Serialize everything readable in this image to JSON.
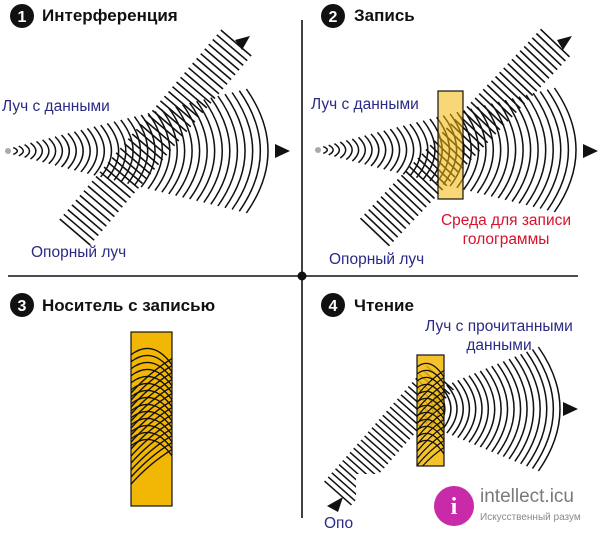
{
  "panels": [
    {
      "number": "1",
      "title": "Интерференция"
    },
    {
      "number": "2",
      "title": "Запись"
    },
    {
      "number": "3",
      "title": "Носитель с записью"
    },
    {
      "number": "4",
      "title": "Чтение"
    }
  ],
  "labels": {
    "data_beam": "Луч с данными",
    "reference_beam": "Опорный луч",
    "medium_line1": "Среда для записи",
    "medium_line2": "голограммы",
    "read_beam_line1": "Луч с прочитанными",
    "read_beam_line2": "данными",
    "reference_beam_cut": "Опо"
  },
  "watermark": {
    "logo_letter": "i",
    "site": "intellect.icu",
    "tagline": "Искусственный разум"
  },
  "colors": {
    "heading": "#111111",
    "beam_label": "#2a2a86",
    "medium_label": "#d8102c",
    "medium_fill": "#f2b705",
    "lines": "#111111",
    "watermark_logo": "#c92aa8"
  }
}
